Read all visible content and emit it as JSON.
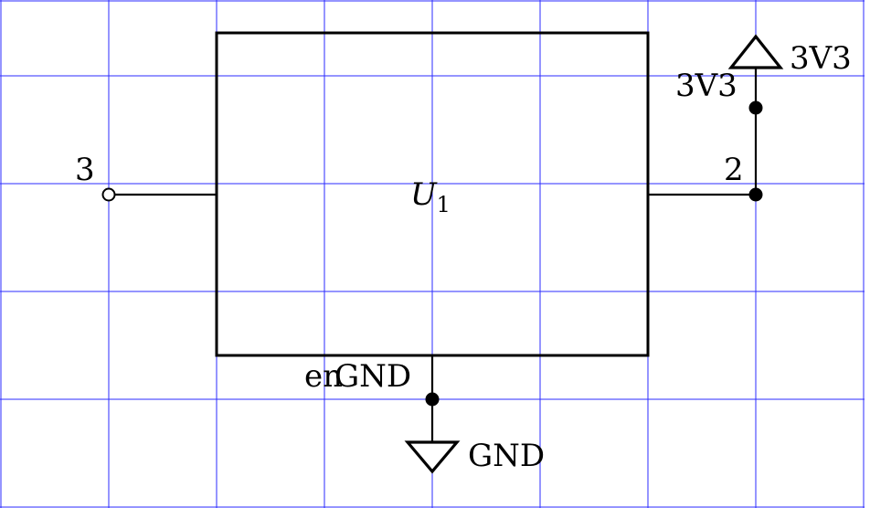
{
  "component": {
    "ref_letter": "U",
    "ref_index": "1"
  },
  "pins": {
    "left_pin": "3",
    "right_pin": "2",
    "bottom_pin_label": "en"
  },
  "nets": {
    "power_net_top": "3V3",
    "power_net_near": "3V3",
    "ground_net_near": "GND",
    "ground_net_bottom": "GND"
  },
  "colors": {
    "grid": "#2b2bff",
    "ink": "#000000",
    "background": "#ffffff"
  }
}
